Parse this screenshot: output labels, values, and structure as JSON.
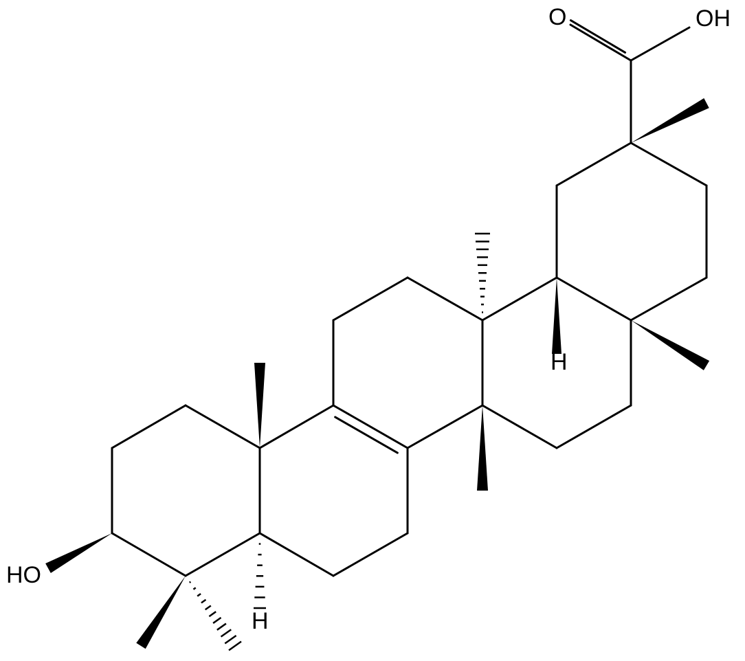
{
  "labels": {
    "carbonyl_oxygen": "O",
    "acid_hydroxyl": "OH",
    "alcohol_hydroxyl": "HO",
    "stereo_h_left": "H",
    "stereo_h_right": "H"
  }
}
